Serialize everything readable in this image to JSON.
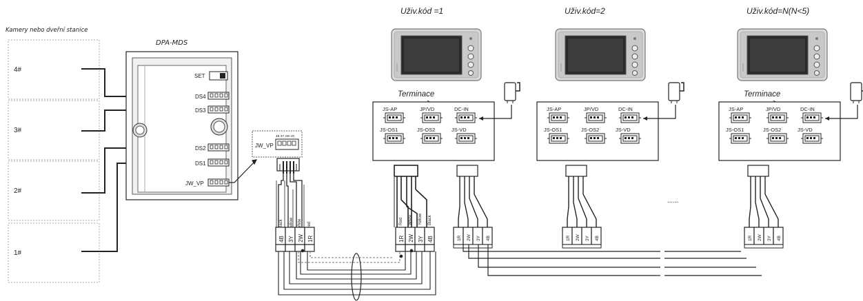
{
  "cameras": {
    "title": "Kamery nebo dveřní stanice",
    "labels": [
      "4#",
      "3#",
      "2#",
      "1#"
    ]
  },
  "distributor": {
    "title": "DPA-MDS",
    "set_label": "SET",
    "ports": [
      "DS4",
      "DS3",
      "DS2",
      "DS1",
      "JW_VP"
    ]
  },
  "jwvp_connector": {
    "label": "JW_VP",
    "pin_labels": "4B 3Y 2W 1R"
  },
  "left_terminal": {
    "pins": [
      "4B",
      "3Y",
      "2W",
      "1R"
    ],
    "wire_colors": [
      "Black",
      "Yellow",
      "White",
      "Red"
    ]
  },
  "right_terminal": {
    "pins": [
      "1R",
      "2W",
      "3Y",
      "4B"
    ],
    "wire_colors": [
      "Red",
      "White",
      "Yellow",
      "Black"
    ]
  },
  "monitors": [
    {
      "user_code": "Uživ.kód =1",
      "termination": "Terminace"
    },
    {
      "user_code": "Uživ.kód=2",
      "termination": ""
    },
    {
      "user_code": "Uživ.kód=N(N<5)",
      "termination": "Terminace"
    }
  ],
  "monitor_ports": {
    "top": [
      "JS-AP",
      "JP/VD",
      "DC-IN"
    ],
    "bottom": [
      "JS-OS1",
      "JS-OS2",
      "JS-VD"
    ]
  },
  "bus_pins": [
    "1R",
    "2W",
    "3Y",
    "4B"
  ],
  "ellipsis": "......"
}
